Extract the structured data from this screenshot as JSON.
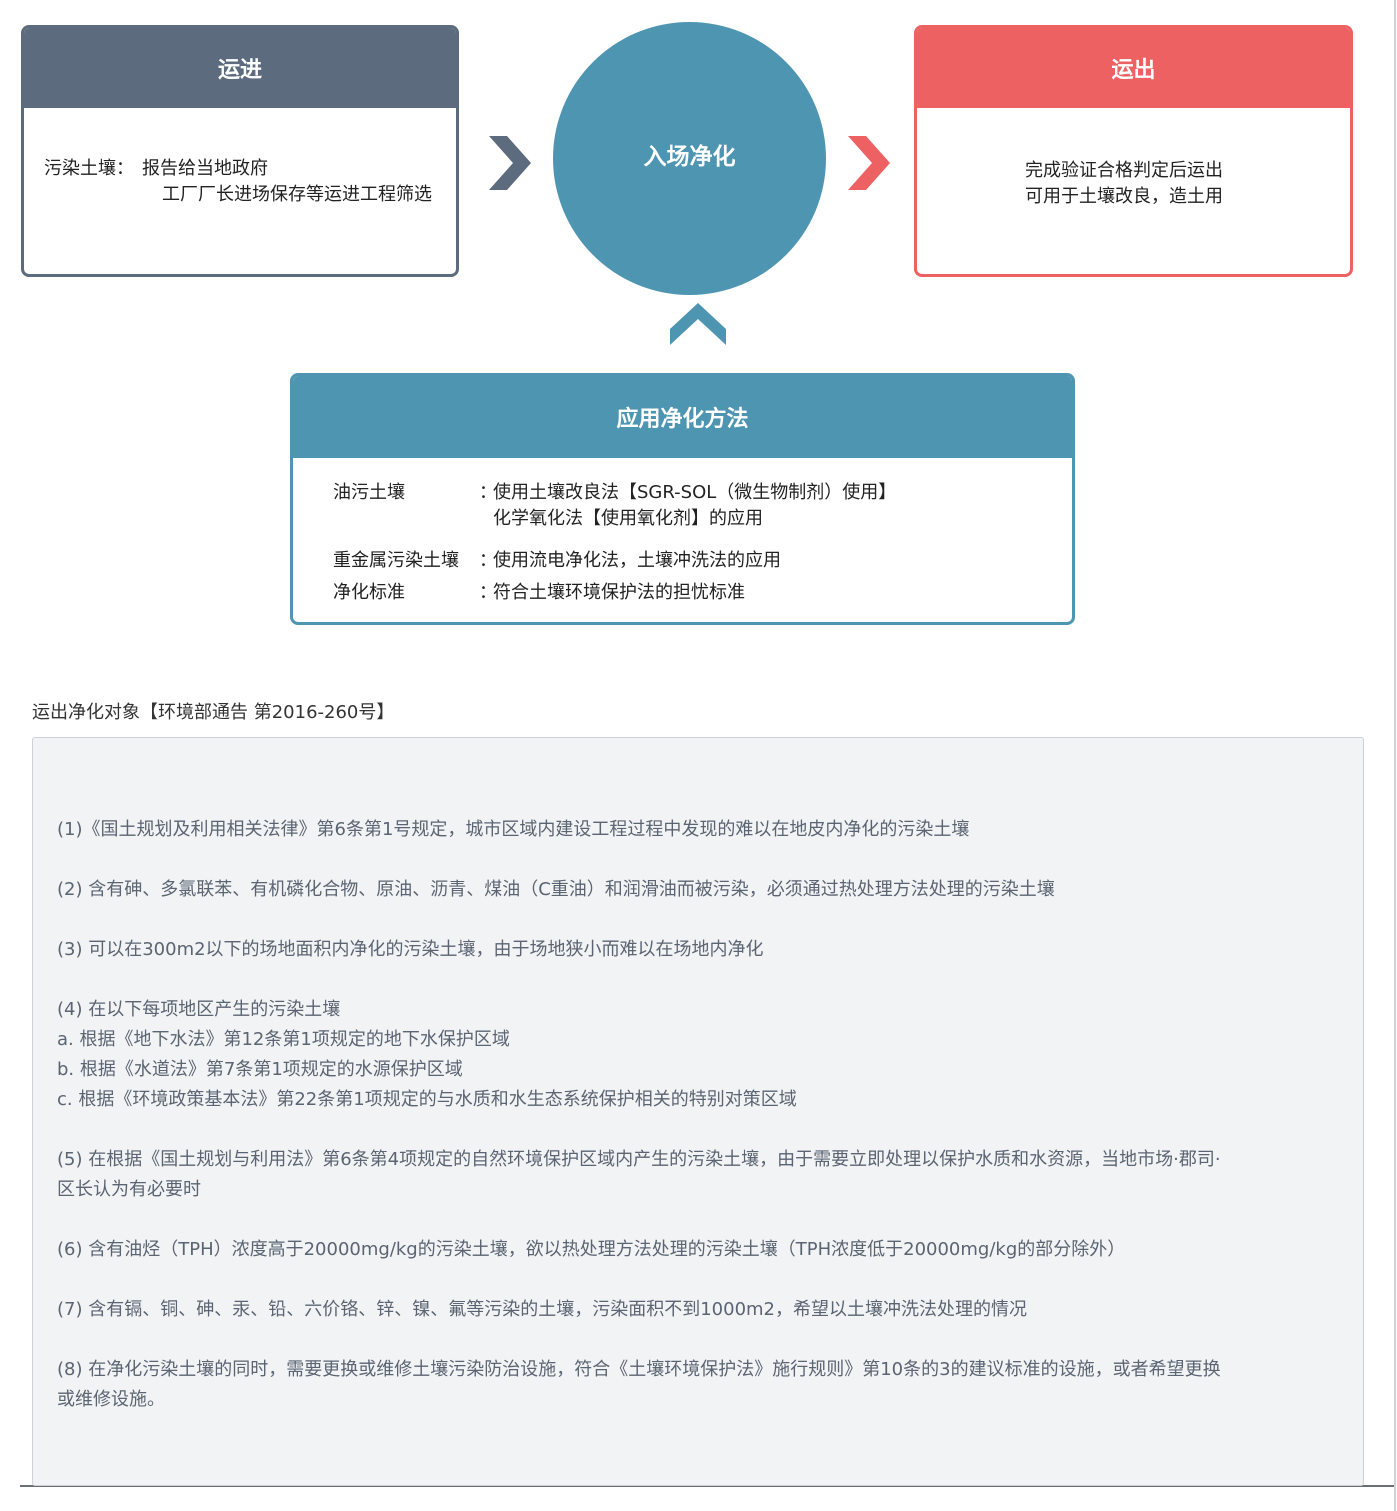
{
  "inbound": {
    "title": "运进",
    "label": "污染土壤：",
    "line1": "报告给当地政府",
    "line2": "工厂厂长进场保存等运进工程筛选"
  },
  "center": {
    "title": "入场净化"
  },
  "outbound": {
    "title": "运出",
    "line1": "完成验证合格判定后运出",
    "line2": "可用于土壤改良，造土用"
  },
  "method": {
    "title": "应用净化方法",
    "rows": [
      {
        "label": "油污土壤",
        "colon": "：",
        "text": "使用土壤改良法【SGR-SOL（微生物制剂）使用】",
        "cont": "化学氧化法【使用氧化剂】的应用"
      },
      {
        "label": "重金属污染土壤",
        "colon": "：",
        "text": "使用流电净化法，土壤冲洗法的应用"
      },
      {
        "label": "净化标准",
        "colon": "：",
        "text": "符合土壤环境保护法的担忧标准"
      }
    ]
  },
  "section_title": "运出净化对象【环境部通告 第2016-260号】",
  "items": [
    {
      "lines": [
        "(1)《国土规划及利用相关法律》第6条第1号规定，城市区域内建设工程过程中发现的难以在地皮内净化的污染土壤"
      ]
    },
    {
      "lines": [
        "(2) 含有砷、多氯联苯、有机磷化合物、原油、沥青、煤油（C重油）和润滑油而被污染，必须通过热处理方法处理的污染土壤"
      ]
    },
    {
      "lines": [
        "(3) 可以在300m2以下的场地面积内净化的污染土壤，由于场地狭小而难以在场地内净化"
      ]
    },
    {
      "lines": [
        "(4) 在以下每项地区产生的污染土壤",
        "a. 根据《地下水法》第12条第1项规定的地下水保护区域",
        "b. 根据《水道法》第7条第1项规定的水源保护区域",
        "c. 根据《环境政策基本法》第22条第1项规定的与水质和水生态系统保护相关的特别对策区域"
      ]
    },
    {
      "lines": [
        "(5) 在根据《国土规划与利用法》第6条第4项规定的自然环境保护区域内产生的污染土壤，由于需要立即处理以保护水质和水资源，当地市场·郡司·",
        "区长认为有必要时"
      ]
    },
    {
      "lines": [
        "(6) 含有油烃（TPH）浓度高于20000mg/kg的污染土壤，欲以热处理方法处理的污染土壤（TPH浓度低于20000mg/kg的部分除外）"
      ]
    },
    {
      "lines": [
        "(7) 含有镉、铜、砷、汞、铅、六价铬、锌、镍、氟等污染的土壤，污染面积不到1000m2，希望以土壤冲洗法处理的情况"
      ]
    },
    {
      "lines": [
        "(8) 在净化污染土壤的同时，需要更换或维修土壤污染防治设施，符合《土壤环境保护法》施行规则》第10条的3的建议标准的设施，或者希望更换",
        "或维修设施。"
      ]
    }
  ],
  "colors": {
    "inbound": "#5d6b7e",
    "center": "#4e95b2",
    "outbound": "#ed6163",
    "box_bg": "#f2f3f4",
    "box_text": "#5b6472"
  },
  "icons": [
    "chevron-right-icon",
    "chevron-right-icon",
    "chevron-up-icon"
  ]
}
